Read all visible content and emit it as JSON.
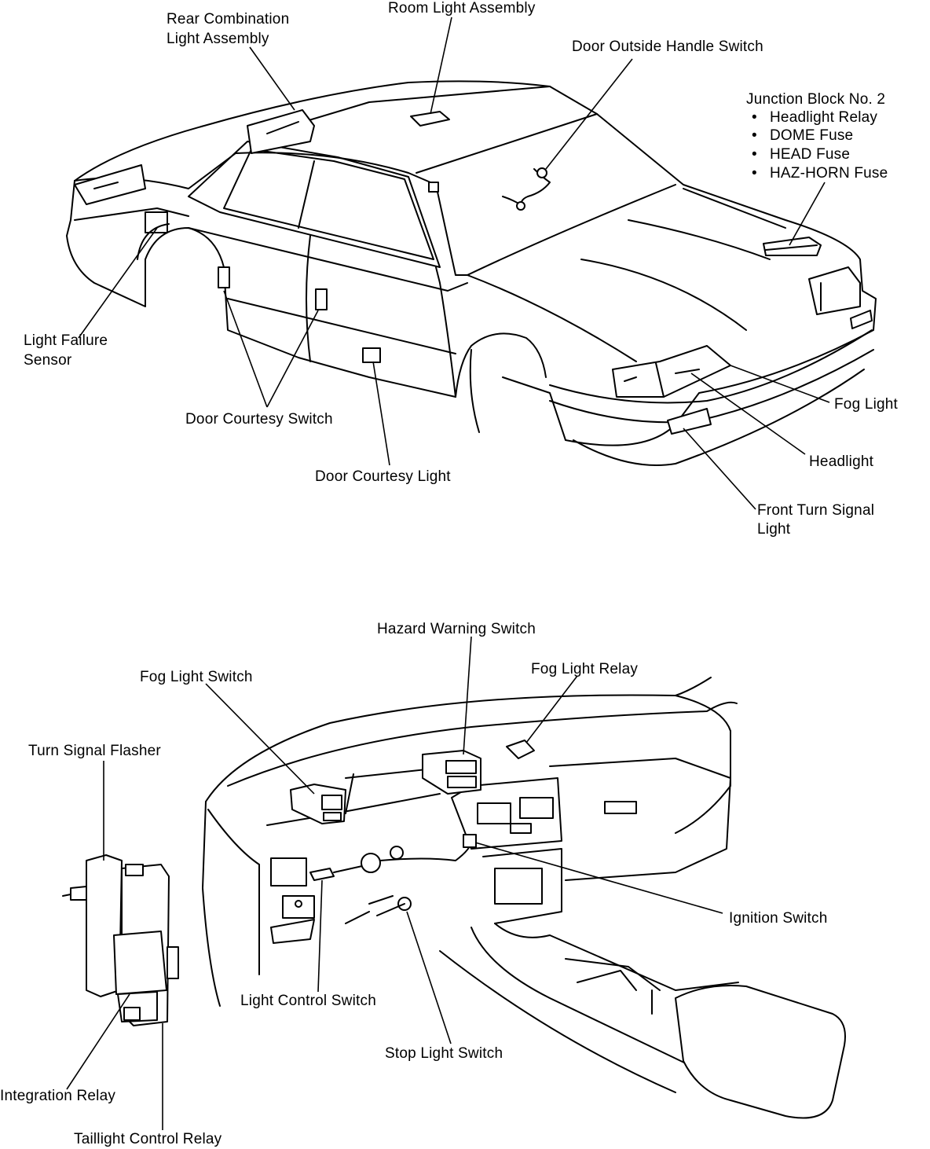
{
  "car_labels": {
    "rear_combination": [
      "Rear Combination",
      "Light Assembly"
    ],
    "room_light": "Room Light Assembly",
    "door_outside_handle": "Door Outside Handle Switch",
    "junction_block_title": "Junction Block No. 2",
    "junction_block_items": [
      "Headlight Relay",
      "DOME Fuse",
      "HEAD Fuse",
      "HAZ-HORN Fuse"
    ],
    "light_failure": [
      "Light Failure",
      "Sensor"
    ],
    "door_courtesy_switch": "Door Courtesy Switch",
    "door_courtesy_light": "Door Courtesy Light",
    "fog_light": "Fog Light",
    "headlight": "Headlight",
    "front_turn_signal": [
      "Front Turn Signal",
      "Light"
    ]
  },
  "dash_labels": {
    "hazard_warning": "Hazard Warning Switch",
    "fog_light_switch": "Fog Light Switch",
    "fog_light_relay": "Fog Light Relay",
    "turn_signal_flasher": "Turn Signal Flasher",
    "ignition_switch": "Ignition Switch",
    "light_control_switch": "Light Control Switch",
    "stop_light_switch": "Stop Light Switch",
    "integration_relay": "Integration Relay",
    "taillight_control_relay": "Taillight Control Relay"
  },
  "bullet": "•"
}
